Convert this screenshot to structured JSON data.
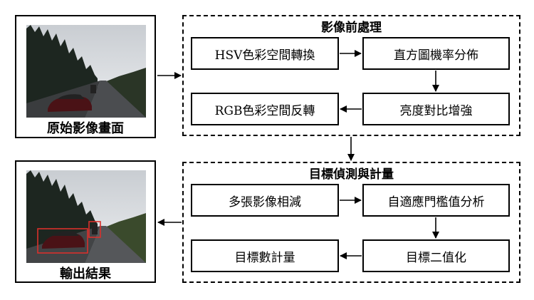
{
  "panels": {
    "original": {
      "caption": "原始影像畫面"
    },
    "output": {
      "caption": "輸出結果"
    }
  },
  "groups": {
    "preprocess": {
      "title": "影像前處理",
      "steps": {
        "hsv": "HSV色彩空間轉換",
        "histogram": "直方圖機率分佈",
        "rgb": "RGB色彩空間反轉",
        "enhance": "亮度對比增強"
      }
    },
    "detect": {
      "title": "目標偵測與計量",
      "steps": {
        "subtract": "多張影像相減",
        "threshold": "自適應門檻值分析",
        "count": "目標數計量",
        "binarize": "目標二值化"
      }
    }
  },
  "colors": {
    "detection_box": "#d9302c",
    "line": "#000000"
  }
}
